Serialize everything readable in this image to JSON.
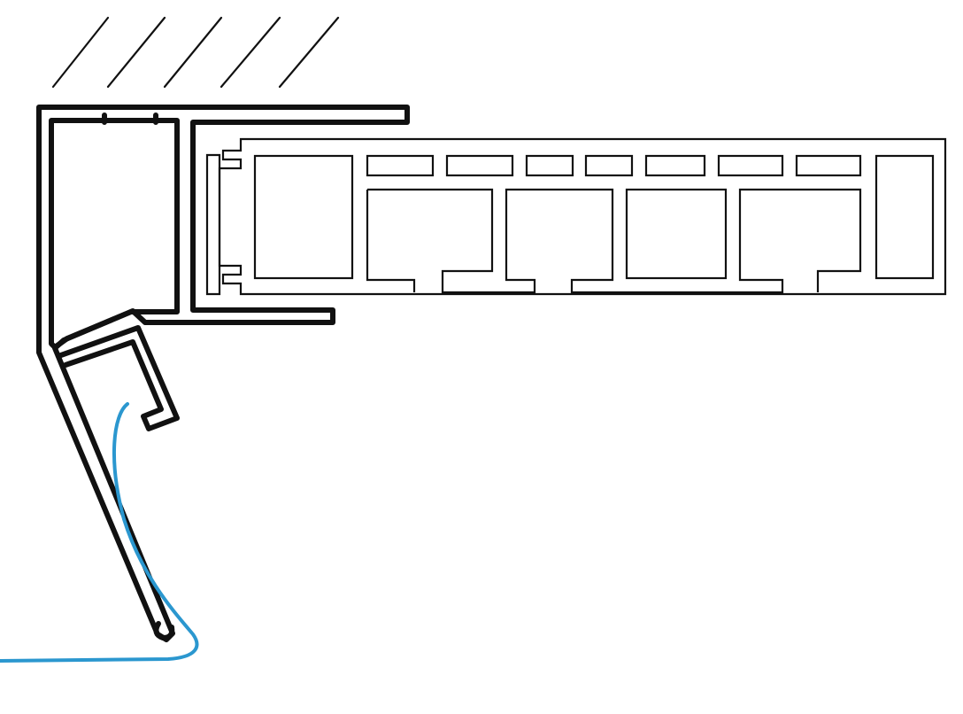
{
  "diagram": {
    "kind": "profile-cross-section",
    "labels": [],
    "colors": {
      "background": "#ffffff",
      "outline": "#111111",
      "membrane": "#2b97cf"
    },
    "parts": [
      "wall-hatching",
      "edge-trim-profile",
      "drip-flange",
      "drip-hook",
      "hollow-deck-board",
      "membrane-line"
    ]
  }
}
